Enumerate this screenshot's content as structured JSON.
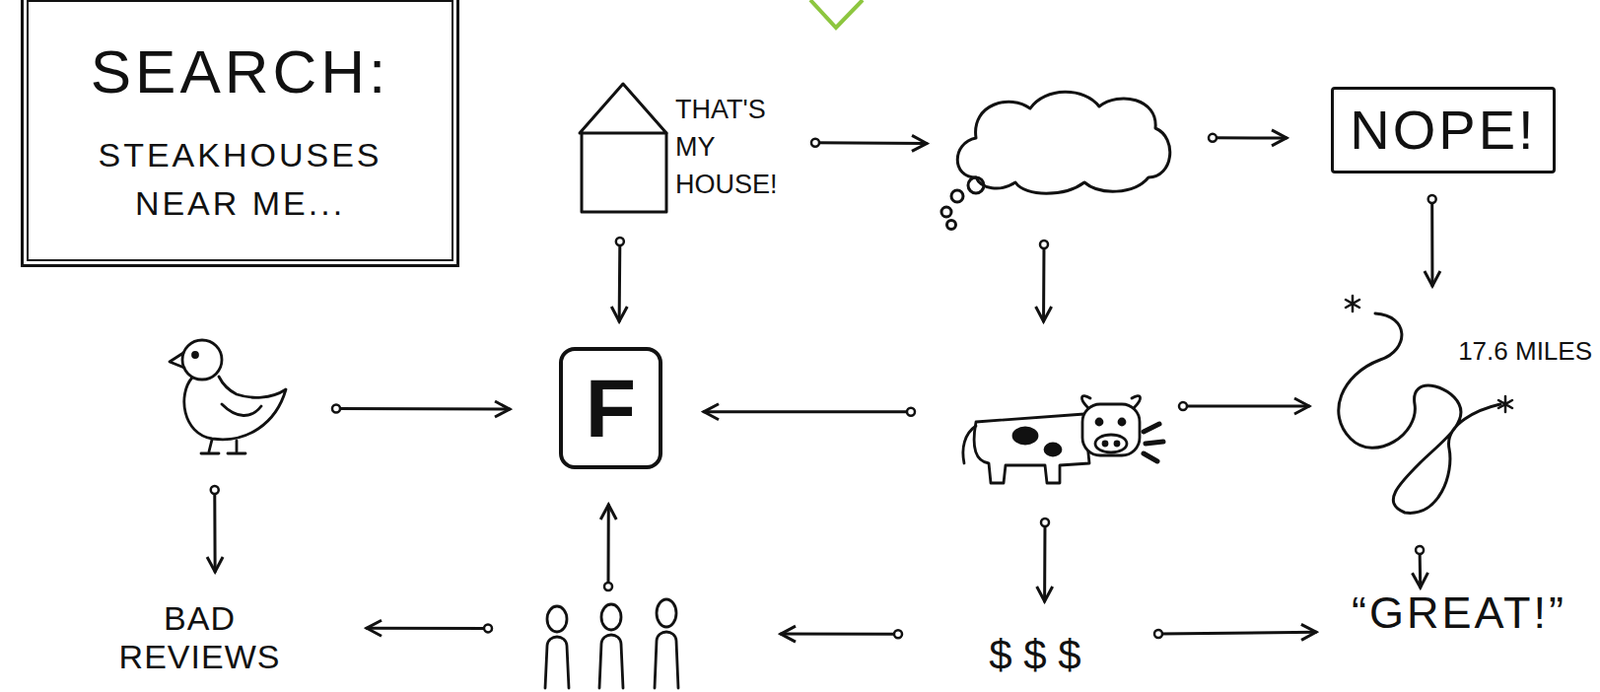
{
  "diagram": {
    "nodes": [
      {
        "text": [
          "SEARCH:",
          "STEAKHOUSES NEAR ME..."
        ]
      },
      {
        "text": [
          "THAT'S MY HOUSE!"
        ]
      },
      {
        "text": []
      },
      {
        "text": [
          "NOPE!"
        ]
      },
      {
        "text": []
      },
      {
        "text": [
          "F"
        ]
      },
      {
        "text": []
      },
      {
        "text": [
          "17.6 MILES"
        ]
      },
      {
        "text": [
          "BAD REVIEWS"
        ]
      },
      {
        "text": []
      },
      {
        "text": [
          "$ $ $"
        ]
      },
      {
        "text": [
          "“GREAT!”"
        ]
      }
    ],
    "edges": [
      {
        "from": 1,
        "to": 2,
        "arrow": "to"
      },
      {
        "from": 2,
        "to": 3,
        "arrow": "to"
      },
      {
        "from": 1,
        "to": 5,
        "arrow": "to"
      },
      {
        "from": 2,
        "to": 6,
        "arrow": "to"
      },
      {
        "from": 3,
        "to": 7,
        "arrow": "to"
      },
      {
        "from": 4,
        "to": 5,
        "arrow": "to"
      },
      {
        "from": 6,
        "to": 5,
        "arrow": "to"
      },
      {
        "from": 6,
        "to": 7,
        "arrow": "to"
      },
      {
        "from": 4,
        "to": 8,
        "arrow": "to"
      },
      {
        "from": 9,
        "to": 5,
        "arrow": "to"
      },
      {
        "from": 6,
        "to": 10,
        "arrow": "to"
      },
      {
        "from": 7,
        "to": 11,
        "arrow": "to"
      },
      {
        "from": 9,
        "to": 8,
        "arrow": "to"
      },
      {
        "from": 10,
        "to": 9,
        "arrow": "to"
      },
      {
        "from": 10,
        "to": 11,
        "arrow": "to"
      }
    ]
  }
}
